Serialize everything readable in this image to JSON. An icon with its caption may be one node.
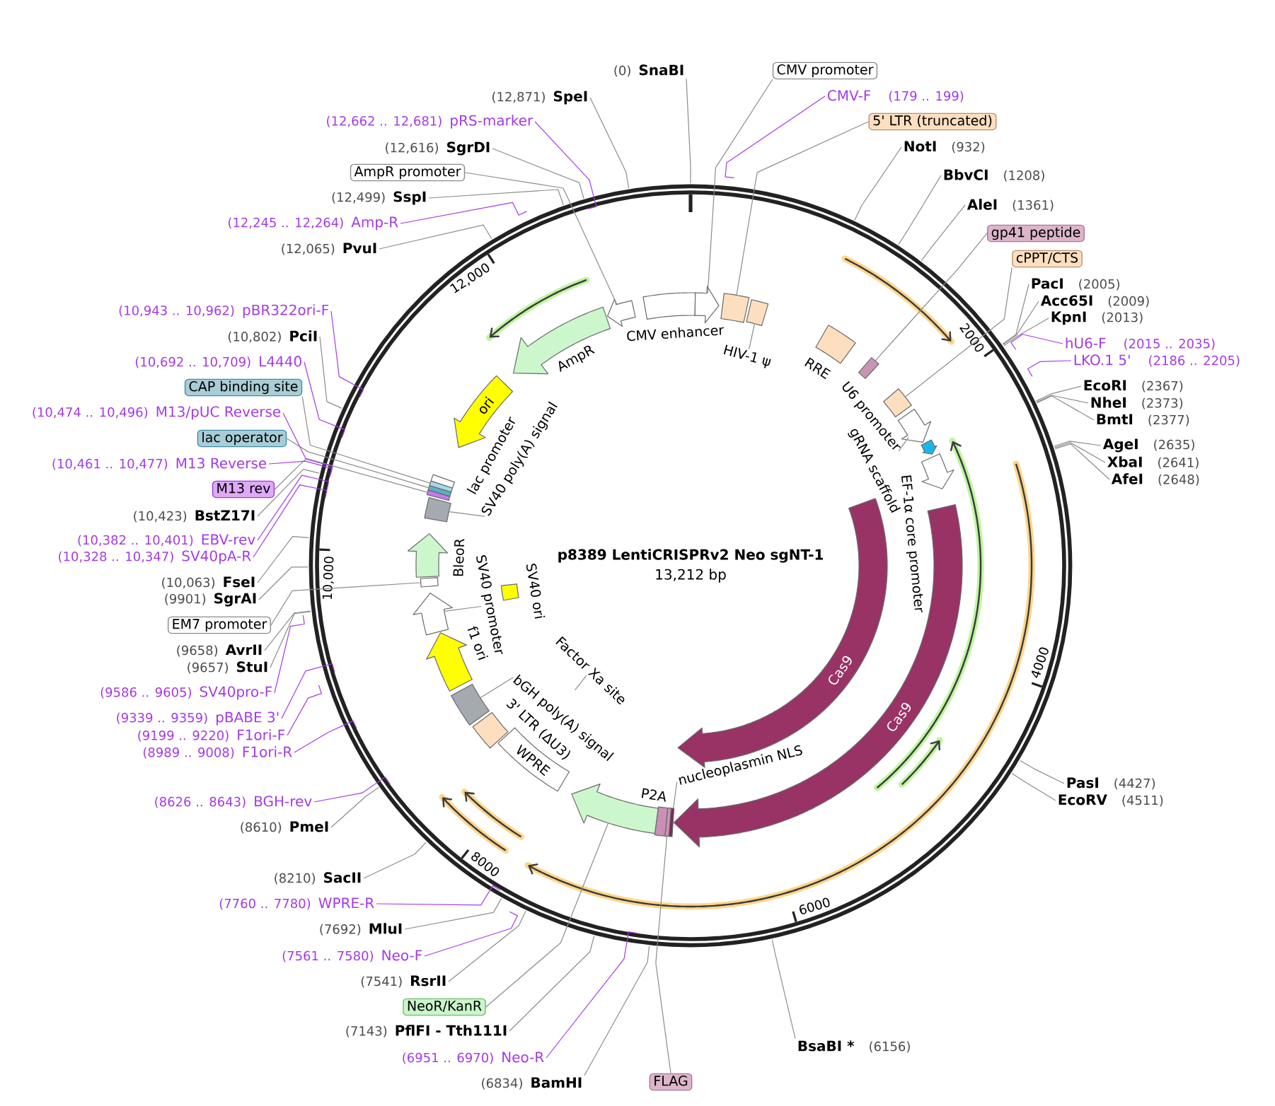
{
  "diagram": {
    "title": "p8389 LentiCRISPRv2 Neo sgNT-1",
    "nodes": [
      {
        "text": [
          "(0)",
          "SnaBI"
        ]
      },
      {
        "text": [
          "CMV promoter"
        ]
      },
      {
        "text": [
          "CMV-F",
          "(179 .. 199)"
        ]
      },
      {
        "text": [
          "5' LTR (truncated)"
        ]
      },
      {
        "text": [
          "NotI",
          "(932)"
        ]
      },
      {
        "text": [
          "BbvCI",
          "(1208)"
        ]
      },
      {
        "text": [
          "AleI",
          "(1361)"
        ]
      },
      {
        "text": [
          "gp41 peptide"
        ]
      },
      {
        "text": [
          "cPPT/CTS"
        ]
      },
      {
        "text": [
          "PacI",
          "(2005)"
        ]
      },
      {
        "text": [
          "Acc65I",
          "(2009)"
        ]
      },
      {
        "text": [
          "KpnI",
          "(2013)"
        ]
      },
      {
        "text": [
          "hU6-F",
          "(2015 .. 2035)"
        ]
      },
      {
        "text": [
          "LKO.1 5'",
          "(2186 .. 2205)"
        ]
      },
      {
        "text": [
          "EcoRI",
          "(2367)"
        ]
      },
      {
        "text": [
          "NheI",
          "(2373)"
        ]
      },
      {
        "text": [
          "BmtI",
          "(2377)"
        ]
      },
      {
        "text": [
          "AgeI",
          "(2635)"
        ]
      },
      {
        "text": [
          "XbaI",
          "(2641)"
        ]
      },
      {
        "text": [
          "AfeI",
          "(2648)"
        ]
      },
      {
        "text": [
          "PasI",
          "(4427)"
        ]
      },
      {
        "text": [
          "EcoRV",
          "(4511)"
        ]
      },
      {
        "text": [
          "BsaBI *",
          "(6156)"
        ]
      },
      {
        "text": [
          "FLAG"
        ]
      },
      {
        "text": [
          "(6834)",
          "BamHI"
        ]
      },
      {
        "text": [
          "(6951 .. 6970)",
          "Neo-R"
        ]
      },
      {
        "text": [
          "(7143)",
          "PflFI - Tth111I"
        ]
      },
      {
        "text": [
          "NeoR/KanR"
        ]
      },
      {
        "text": [
          "(7541)",
          "RsrII"
        ]
      },
      {
        "text": [
          "(7561 .. 7580)",
          "Neo-F"
        ]
      },
      {
        "text": [
          "(7692)",
          "MluI"
        ]
      },
      {
        "text": [
          "(7760 .. 7780)",
          "WPRE-R"
        ]
      },
      {
        "text": [
          "(8210)",
          "SacII"
        ]
      },
      {
        "text": [
          "(8610)",
          "PmeI"
        ]
      },
      {
        "text": [
          "(8626 .. 8643)",
          "BGH-rev"
        ]
      },
      {
        "text": [
          "(8989 .. 9008)",
          "F1ori-R"
        ]
      },
      {
        "text": [
          "(9199 .. 9220)",
          "F1ori-F"
        ]
      },
      {
        "text": [
          "(9339 .. 9359)",
          "pBABE 3'"
        ]
      },
      {
        "text": [
          "(9586 .. 9605)",
          "SV40pro-F"
        ]
      },
      {
        "text": [
          "(9657)",
          "StuI"
        ]
      },
      {
        "text": [
          "(9658)",
          "AvrII"
        ]
      },
      {
        "text": [
          "EM7 promoter"
        ]
      },
      {
        "text": [
          "(9901)",
          "SgrAI"
        ]
      },
      {
        "text": [
          "(10,063)",
          "FseI"
        ]
      },
      {
        "text": [
          "(10,328 .. 10,347)",
          "SV40pA-R"
        ]
      },
      {
        "text": [
          "(10,382 .. 10,401)",
          "EBV-rev"
        ]
      },
      {
        "text": [
          "(10,423)",
          "BstZ17I"
        ]
      },
      {
        "text": [
          "M13 rev"
        ]
      },
      {
        "text": [
          "(10,461 .. 10,477)",
          "M13 Reverse"
        ]
      },
      {
        "text": [
          "lac operator"
        ]
      },
      {
        "text": [
          "(10,474 .. 10,496)",
          "M13/pUC Reverse"
        ]
      },
      {
        "text": [
          "CAP binding site"
        ]
      },
      {
        "text": [
          "(10,692 .. 10,709)",
          "L4440"
        ]
      },
      {
        "text": [
          "(10,802)",
          "PciI"
        ]
      },
      {
        "text": [
          "(10,943 .. 10,962)",
          "pBR322ori-F"
        ]
      },
      {
        "text": [
          "(12,065)",
          "PvuI"
        ]
      },
      {
        "text": [
          "(12,245 .. 12,264)",
          "Amp-R"
        ]
      },
      {
        "text": [
          "(12,499)",
          "SspI"
        ]
      },
      {
        "text": [
          "AmpR promoter"
        ]
      },
      {
        "text": [
          "(12,616)",
          "SgrDI"
        ]
      },
      {
        "text": [
          "(12,662 .. 12,681)",
          "pRS-marker"
        ]
      },
      {
        "text": [
          "(12,871)",
          "SpeI"
        ]
      },
      {
        "text": [],
        "shape": "box",
        "beside": [
          "CMV enhancer"
        ]
      },
      {
        "text": [],
        "shape": "arrow"
      },
      {
        "text": [],
        "shape": "box"
      },
      {
        "text": [],
        "shape": "box"
      },
      {
        "text": [],
        "shape": "box",
        "beside": [
          "RRE"
        ]
      },
      {
        "text": [],
        "shape": "bar"
      },
      {
        "text": [],
        "shape": "box"
      },
      {
        "text": [],
        "shape": "arrow"
      },
      {
        "text": [],
        "shape": "arrow"
      },
      {
        "text": [],
        "shape": "arrow",
        "beside": [
          "EF-1α core promoter"
        ]
      },
      {
        "text": [
          "Cas9"
        ]
      },
      {
        "text": [
          "Cas9"
        ]
      },
      {
        "text": [],
        "shape": "bar"
      },
      {
        "text": [],
        "shape": "bar"
      },
      {
        "text": [],
        "shape": "bar",
        "beside": [
          "P2A"
        ]
      },
      {
        "text": [],
        "shape": "arrow"
      },
      {
        "text": [
          "WPRE"
        ]
      },
      {
        "text": [],
        "shape": "box",
        "beside": [
          "3' LTR (ΔU3)"
        ]
      },
      {
        "text": [],
        "shape": "box"
      },
      {
        "text": [],
        "shape": "arrow",
        "beside": [
          "f1 ori"
        ]
      },
      {
        "text": [],
        "shape": "arrow"
      },
      {
        "text": [],
        "shape": "box",
        "beside": [
          "SV40 ori"
        ]
      },
      {
        "text": [],
        "shape": "bar"
      },
      {
        "text": [],
        "shape": "arrow",
        "beside": [
          "BleoR"
        ]
      },
      {
        "text": [],
        "shape": "box"
      },
      {
        "text": [],
        "shape": "bar"
      },
      {
        "text": [],
        "shape": "bar"
      },
      {
        "text": [],
        "shape": "bar"
      },
      {
        "text": [],
        "shape": "bar"
      },
      {
        "text": [
          "ori"
        ]
      },
      {
        "text": [],
        "shape": "arrow",
        "beside": [
          "AmpR"
        ]
      },
      {
        "text": [],
        "shape": "arrow"
      },
      {
        "text": [
          "HIV-1 ψ"
        ]
      },
      {
        "text": [
          "U6 promoter"
        ]
      },
      {
        "text": [
          "nucleoplasmin NLS"
        ]
      },
      {
        "text": [
          "bGH poly(A) signal"
        ]
      },
      {
        "text": [
          "Factor Xa site"
        ]
      },
      {
        "text": [
          "SV40 promoter"
        ]
      },
      {
        "text": [
          "SV40 poly(A) signal"
        ]
      }
    ],
    "edges": [
      {
        "from": 0,
        "to": null,
        "arrow": "none"
      },
      {
        "from": 1,
        "to": 63,
        "arrow": "none"
      },
      {
        "from": 2,
        "to": null,
        "arrow": "none",
        "color": "#a43be6"
      },
      {
        "from": 3,
        "to": 64,
        "arrow": "none"
      },
      {
        "from": 4,
        "to": null,
        "arrow": "none"
      },
      {
        "from": 5,
        "to": null,
        "arrow": "none"
      },
      {
        "from": 6,
        "to": null,
        "arrow": "none"
      },
      {
        "from": 7,
        "to": 67,
        "arrow": "none"
      },
      {
        "from": 8,
        "to": 68,
        "arrow": "none"
      },
      {
        "from": 9,
        "to": null,
        "arrow": "none"
      },
      {
        "from": 10,
        "to": null,
        "arrow": "none"
      },
      {
        "from": 11,
        "to": null,
        "arrow": "none"
      },
      {
        "from": 12,
        "to": null,
        "arrow": "none",
        "color": "#a43be6"
      },
      {
        "from": 13,
        "to": null,
        "arrow": "none",
        "color": "#a43be6"
      },
      {
        "from": 14,
        "to": null,
        "arrow": "none"
      },
      {
        "from": 15,
        "to": null,
        "arrow": "none"
      },
      {
        "from": 16,
        "to": null,
        "arrow": "none"
      },
      {
        "from": 17,
        "to": null,
        "arrow": "none"
      },
      {
        "from": 18,
        "to": null,
        "arrow": "none"
      },
      {
        "from": 19,
        "to": null,
        "arrow": "none"
      },
      {
        "from": 20,
        "to": null,
        "arrow": "none"
      },
      {
        "from": 21,
        "to": null,
        "arrow": "none"
      },
      {
        "from": 22,
        "to": null,
        "arrow": "none"
      },
      {
        "from": 23,
        "to": 75,
        "arrow": "none"
      },
      {
        "from": 24,
        "to": null,
        "arrow": "none"
      },
      {
        "from": 25,
        "to": null,
        "arrow": "none",
        "color": "#a43be6"
      },
      {
        "from": 26,
        "to": null,
        "arrow": "none"
      },
      {
        "from": 27,
        "to": 77,
        "arrow": "none"
      },
      {
        "from": 28,
        "to": null,
        "arrow": "none"
      },
      {
        "from": 29,
        "to": null,
        "arrow": "none",
        "color": "#a43be6"
      },
      {
        "from": 30,
        "to": null,
        "arrow": "none"
      },
      {
        "from": 31,
        "to": null,
        "arrow": "none",
        "color": "#a43be6"
      },
      {
        "from": 32,
        "to": null,
        "arrow": "none"
      },
      {
        "from": 33,
        "to": null,
        "arrow": "none"
      },
      {
        "from": 34,
        "to": null,
        "arrow": "none",
        "color": "#a43be6"
      },
      {
        "from": 35,
        "to": null,
        "arrow": "none",
        "color": "#a43be6"
      },
      {
        "from": 36,
        "to": null,
        "arrow": "none",
        "color": "#a43be6"
      },
      {
        "from": 37,
        "to": null,
        "arrow": "none",
        "color": "#a43be6"
      },
      {
        "from": 38,
        "to": null,
        "arrow": "none",
        "color": "#a43be6"
      },
      {
        "from": 39,
        "to": null,
        "arrow": "none"
      },
      {
        "from": 40,
        "to": null,
        "arrow": "none"
      },
      {
        "from": 41,
        "to": 84,
        "arrow": "none"
      },
      {
        "from": 42,
        "to": null,
        "arrow": "none"
      },
      {
        "from": 43,
        "to": null,
        "arrow": "none"
      },
      {
        "from": 44,
        "to": null,
        "arrow": "none",
        "color": "#a43be6"
      },
      {
        "from": 45,
        "to": null,
        "arrow": "none",
        "color": "#a43be6"
      },
      {
        "from": 46,
        "to": null,
        "arrow": "none"
      },
      {
        "from": 47,
        "to": 87,
        "arrow": "none"
      },
      {
        "from": 48,
        "to": null,
        "arrow": "none",
        "color": "#a43be6"
      },
      {
        "from": 49,
        "to": 88,
        "arrow": "none"
      },
      {
        "from": 50,
        "to": null,
        "arrow": "none",
        "color": "#a43be6"
      },
      {
        "from": 51,
        "to": 89,
        "arrow": "none"
      },
      {
        "from": 52,
        "to": null,
        "arrow": "none",
        "color": "#a43be6"
      },
      {
        "from": 53,
        "to": null,
        "arrow": "none"
      },
      {
        "from": 54,
        "to": null,
        "arrow": "none",
        "color": "#a43be6"
      },
      {
        "from": 55,
        "to": null,
        "arrow": "none"
      },
      {
        "from": 56,
        "to": null,
        "arrow": "none",
        "color": "#a43be6"
      },
      {
        "from": 57,
        "to": null,
        "arrow": "none"
      },
      {
        "from": 58,
        "to": 93,
        "arrow": "none"
      },
      {
        "from": 59,
        "to": null,
        "arrow": "none"
      },
      {
        "from": 60,
        "to": null,
        "arrow": "none",
        "color": "#a43be6"
      },
      {
        "from": 61,
        "to": null,
        "arrow": "none"
      },
      {
        "from": 94,
        "to": 65,
        "arrow": "none"
      },
      {
        "from": 95,
        "to": 69,
        "arrow": "none"
      },
      {
        "from": 96,
        "to": 74,
        "arrow": "none"
      },
      {
        "from": 97,
        "to": 80,
        "arrow": "none"
      },
      {
        "from": 98,
        "to": null,
        "arrow": "none"
      },
      {
        "from": 99,
        "to": 82,
        "arrow": "none"
      },
      {
        "from": 100,
        "to": 86,
        "arrow": "none"
      }
    ],
    "labels": [
      "13,212 bp",
      "2000",
      "4000",
      "6000",
      "8000",
      "10,000",
      "12,000",
      "gRNA scaffold",
      "lac promoter"
    ]
  }
}
